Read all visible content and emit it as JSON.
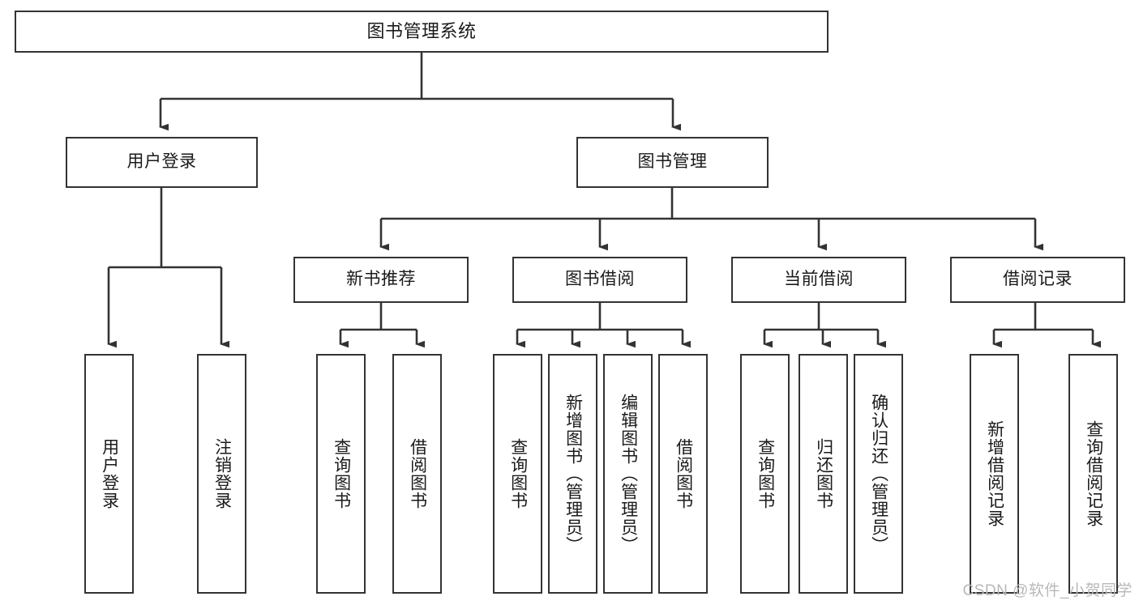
{
  "diagram": {
    "type": "tree-hierarchy-function-chart",
    "root": {
      "id": "root",
      "label": "图书管理系统"
    },
    "level2": [
      {
        "id": "user-login",
        "label": "用户登录"
      },
      {
        "id": "book-management",
        "label": "图书管理"
      }
    ],
    "level3": [
      {
        "id": "new-book-recommend",
        "label": "新书推荐"
      },
      {
        "id": "book-borrow",
        "label": "图书借阅"
      },
      {
        "id": "current-borrow",
        "label": "当前借阅"
      },
      {
        "id": "borrow-record",
        "label": "借阅记录"
      }
    ],
    "leaves": {
      "user_login": [
        {
          "id": "leaf-user-login",
          "label": "用户登录"
        },
        {
          "id": "leaf-logout-login",
          "label": "注销登录"
        }
      ],
      "new_book_recommend": [
        {
          "id": "leaf-query-book-1",
          "label": "查询图书"
        },
        {
          "id": "leaf-borrow-book-1",
          "label": "借阅图书"
        }
      ],
      "book_borrow": [
        {
          "id": "leaf-query-book-2",
          "label": "查询图书"
        },
        {
          "id": "leaf-add-book",
          "label": "新增图书（管理员）"
        },
        {
          "id": "leaf-edit-book",
          "label": "编辑图书（管理员）"
        },
        {
          "id": "leaf-borrow-book-2",
          "label": "借阅图书"
        }
      ],
      "current_borrow": [
        {
          "id": "leaf-query-book-3",
          "label": "查询图书"
        },
        {
          "id": "leaf-return-book",
          "label": "归还图书"
        },
        {
          "id": "leaf-confirm-return",
          "label": "确认归还（管理员）"
        }
      ],
      "borrow_record": [
        {
          "id": "leaf-add-record",
          "label": "新增借阅记录"
        },
        {
          "id": "leaf-query-record",
          "label": "查询借阅记录"
        }
      ]
    }
  },
  "watermark": {
    "text": "CSDN @软件_小贺同学"
  },
  "colors": {
    "stroke": "#333333",
    "background": "#ffffff",
    "text": "#1a1a1a",
    "watermark": "#b8b8b8"
  }
}
